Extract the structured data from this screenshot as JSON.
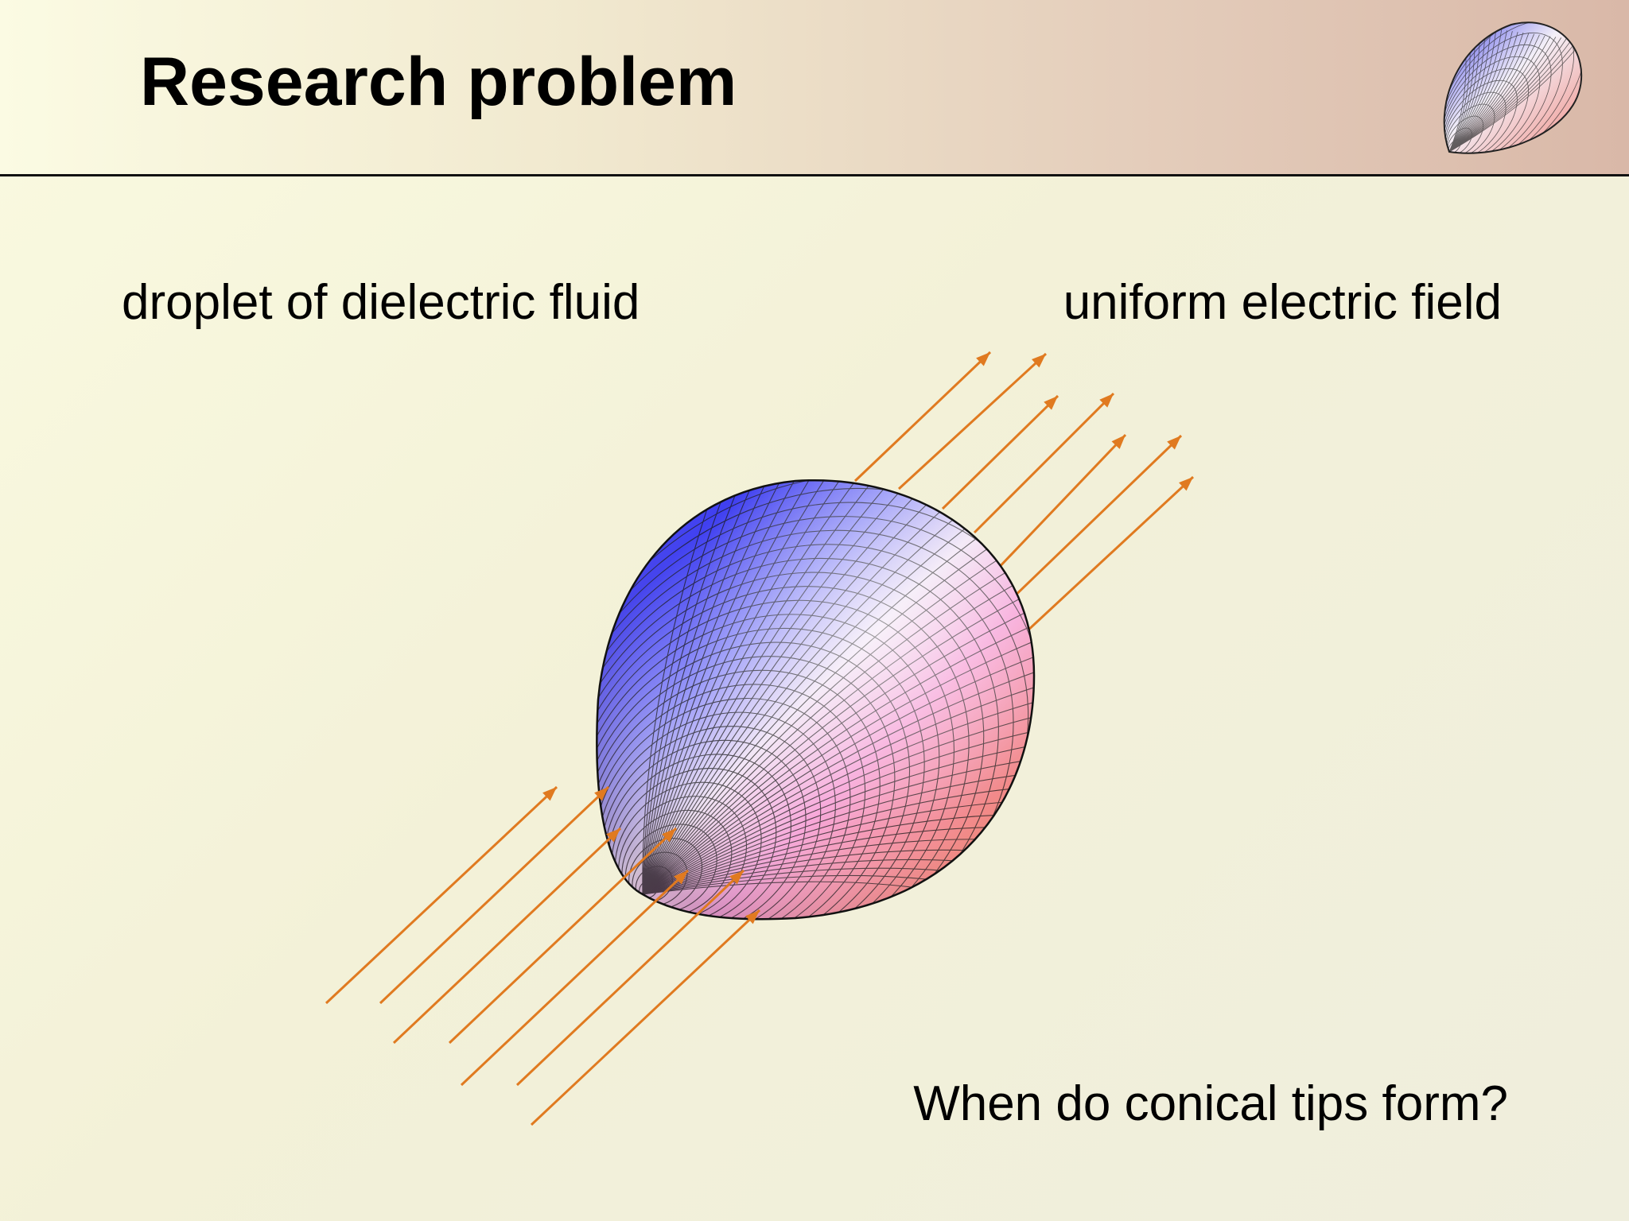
{
  "slide": {
    "title": "Research problem",
    "labels": {
      "droplet": "droplet of dielectric fluid",
      "field": "uniform electric field",
      "question": "When do conical tips form?"
    }
  },
  "colors": {
    "title_text": "#000000",
    "header_rule": "#111111",
    "arrow": "#e07a20",
    "droplet_blue": "#5a5af0",
    "droplet_pink": "#f7a0d0",
    "droplet_salmon": "#f08a80"
  },
  "icons": {
    "logo": "droplet-logo-icon",
    "droplet": "droplet-mesh-icon",
    "arrows": "field-arrow-icon"
  }
}
